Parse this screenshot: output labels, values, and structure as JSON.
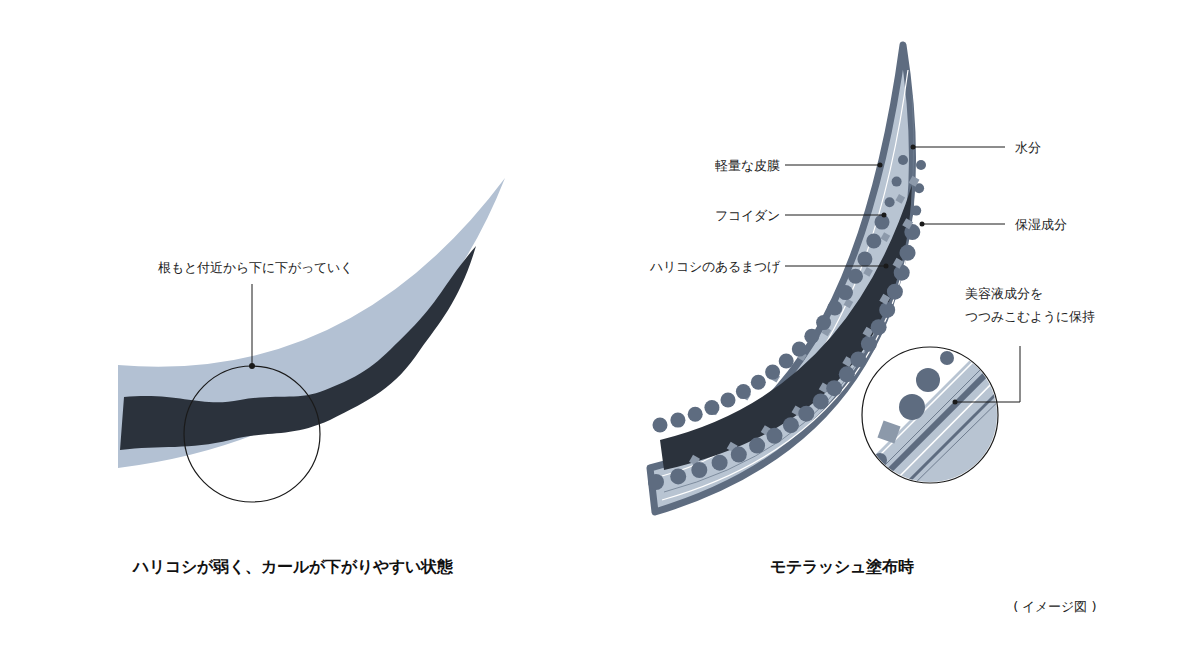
{
  "diagram": {
    "labels": [
      "根もと付近から下に下がっていく",
      "軽量な皮膜",
      "フコイダン",
      "ハリコシのあるまつげ",
      "水分",
      "保湿成分",
      "美容液成分を つつみこむように保持",
      "ハリコシが弱く、カールが下がりやすい状態",
      "モテラッシュ塗布時",
      "( イメージ図 )"
    ]
  }
}
